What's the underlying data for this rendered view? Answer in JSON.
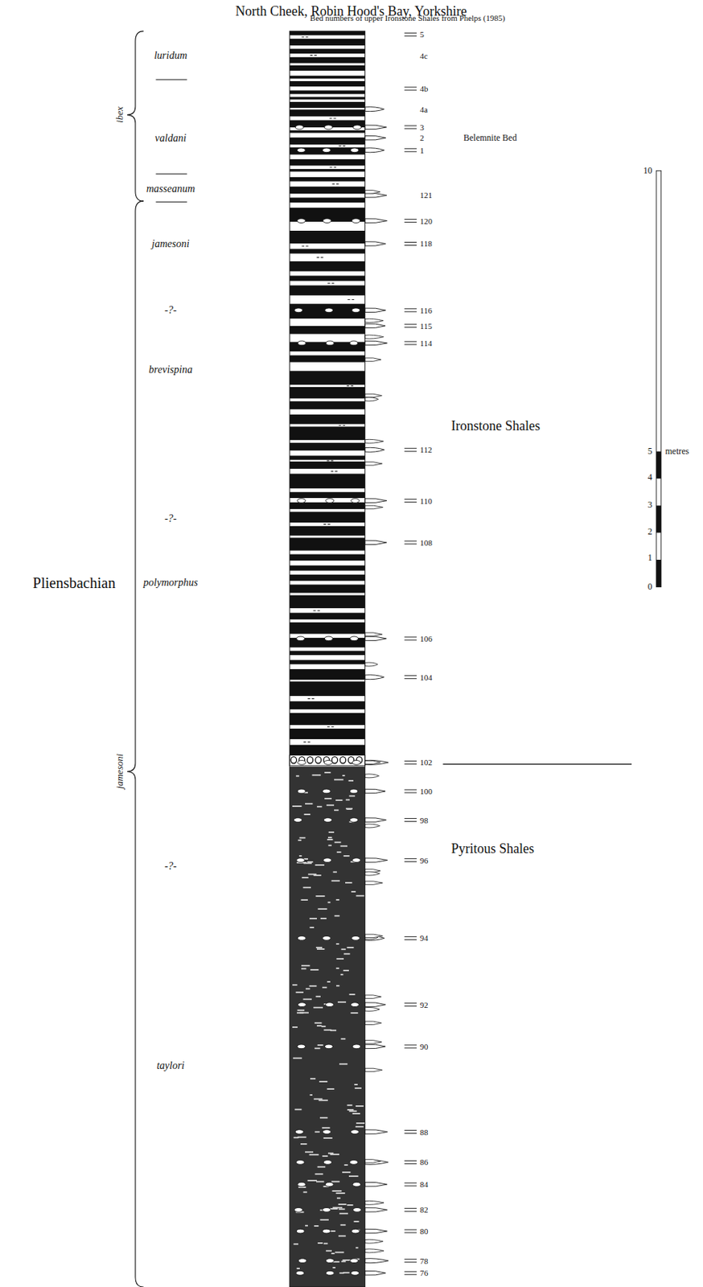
{
  "diagram": {
    "title": "North Cheek, Robin Hood's Bay, Yorkshire",
    "labels": [
      "Bed numbers of upper Ironstone Shales from Phelps (1985)",
      "luridum",
      "valdani",
      "masseanum",
      "jamesoni",
      "-?-",
      "brevispina",
      "-?-",
      "polymorphus",
      "-?-",
      "taylori",
      "ibex",
      "jamesoni",
      "Pliensbachian",
      "5",
      "4c",
      "4b",
      "4a",
      "3",
      "2",
      "1",
      "121",
      "120",
      "118",
      "116",
      "115",
      "114",
      "112",
      "110",
      "108",
      "106",
      "104",
      "102",
      "100",
      "98",
      "96",
      "94",
      "92",
      "90",
      "88",
      "86",
      "84",
      "82",
      "80",
      "78",
      "76",
      "Belemnite Bed",
      "Ironstone Shales",
      "Pyritous Shales",
      "10",
      "5",
      "4",
      "3",
      "2",
      "1",
      "0",
      "metres"
    ]
  }
}
